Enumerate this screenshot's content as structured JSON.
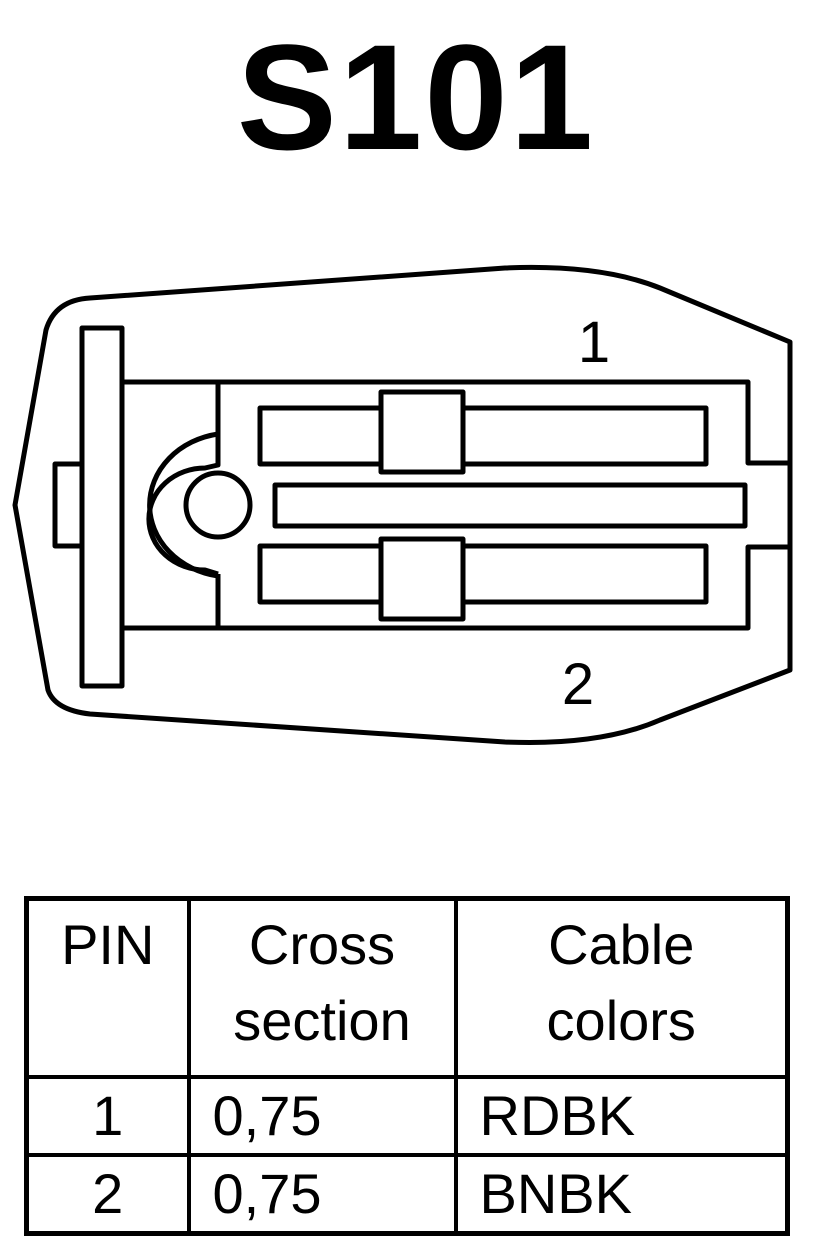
{
  "title": "S101",
  "diagram": {
    "pin_labels": [
      "1",
      "2"
    ]
  },
  "table": {
    "headers": {
      "pin": [
        "PIN"
      ],
      "cross_section": [
        "Cross",
        "section"
      ],
      "cable_colors": [
        "Cable",
        "colors"
      ]
    },
    "rows": [
      {
        "pin": "1",
        "cross_section": "0,75",
        "cable_color": "RDBK"
      },
      {
        "pin": "2",
        "cross_section": "0,75",
        "cable_color": "BNBK"
      }
    ]
  }
}
